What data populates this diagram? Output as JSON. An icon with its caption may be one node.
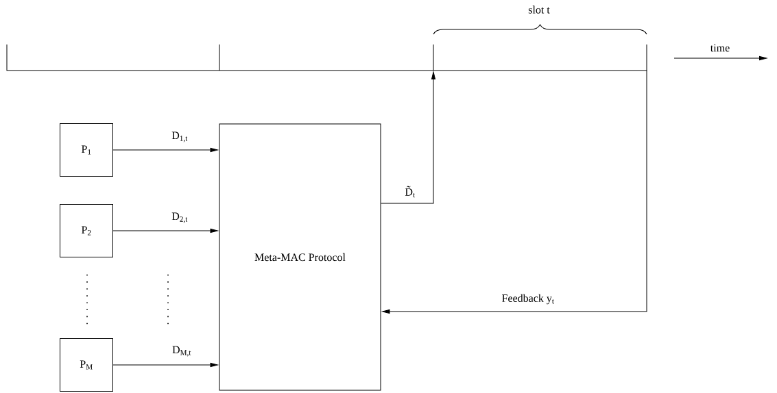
{
  "diagram": {
    "nodes": [
      {
        "text": [
          "P$_{1}$"
        ]
      },
      {
        "text": [
          "P$_{2}$"
        ]
      },
      {
        "text": [
          "P$_{M}$"
        ]
      },
      {
        "text": [
          "Meta-MAC Protocol"
        ]
      }
    ],
    "edges": [
      {
        "from": 0,
        "to": 3,
        "arrow": "to",
        "label": "D$_{1,t}$"
      },
      {
        "from": 1,
        "to": 3,
        "arrow": "to",
        "label": "D$_{2,t}$"
      },
      {
        "from": 2,
        "to": 3,
        "arrow": "to",
        "label": "D$_{M,t}$"
      },
      {
        "from": 3,
        "to": null,
        "arrow": "to",
        "label": "D̃$_{t}$"
      },
      {
        "from": null,
        "to": 3,
        "arrow": "to",
        "label": "Feedback y$_{t}$"
      }
    ],
    "labels": [
      "slot t",
      "time"
    ]
  }
}
